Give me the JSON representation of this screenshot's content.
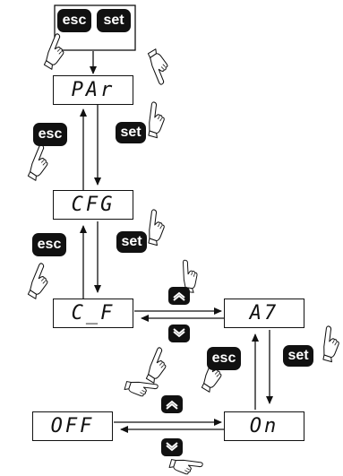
{
  "keys": {
    "esc": "esc",
    "set": "set"
  },
  "displays": {
    "par": "PAr",
    "cfg": "CFG",
    "c_f": "C_F",
    "a7": "A7",
    "off": "OFF",
    "on": "On"
  },
  "icons": [
    "hand-pointer-icon",
    "chevron-up-icon",
    "chevron-down-icon"
  ],
  "colors": {
    "ink": "#111111",
    "background": "#ffffff"
  }
}
